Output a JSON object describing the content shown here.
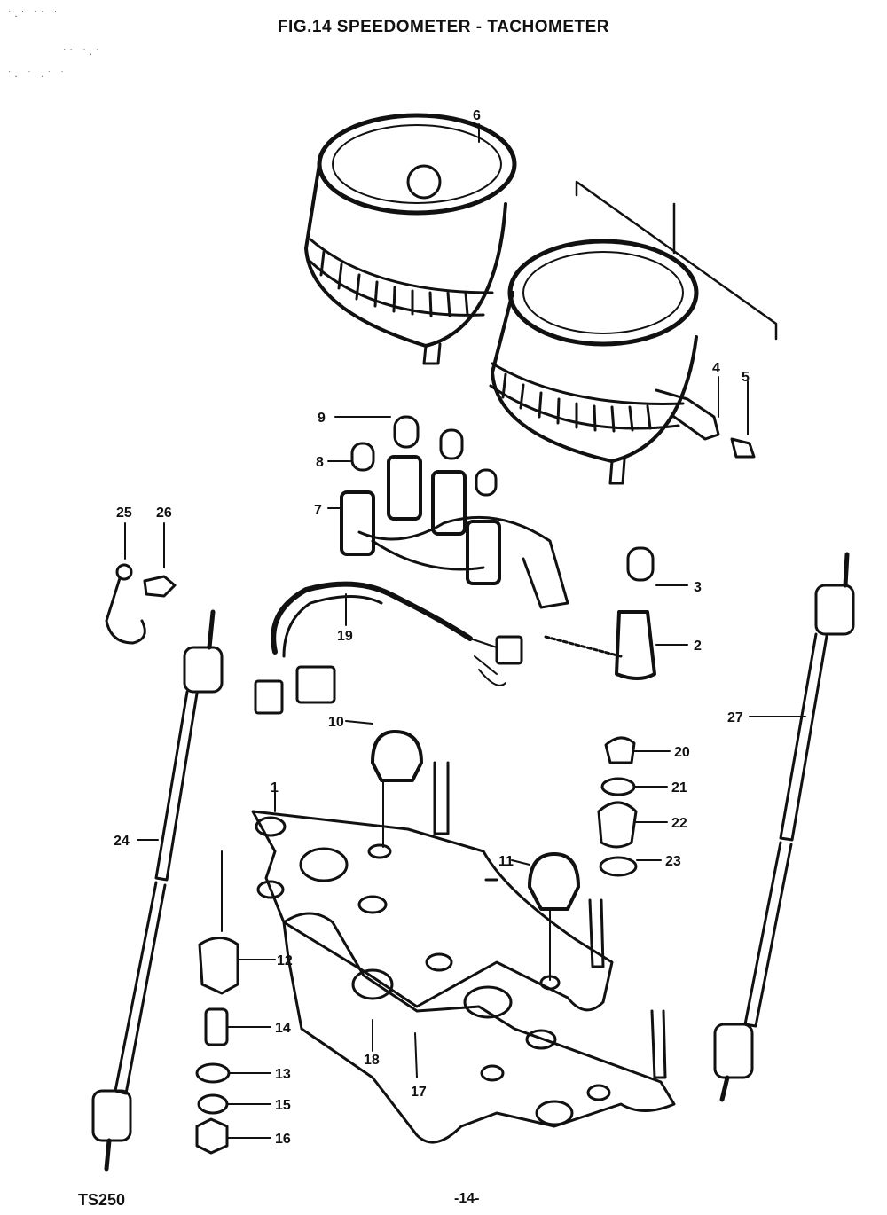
{
  "title": "FIG.14  SPEEDOMETER - TACHOMETER",
  "model": "TS250",
  "page_number": "-14-",
  "corner_noise": [
    "˙.˙ ˙˙ ˙",
    "˙˙ ˙.˙",
    "˙. ˙ .˙ ˙"
  ],
  "callouts": {
    "c1": "1",
    "c2": "2",
    "c3": "3",
    "c4": "4",
    "c5": "5",
    "c6": "6",
    "c7": "7",
    "c8": "8",
    "c9": "9",
    "c10": "10",
    "c11": "11",
    "c12": "12",
    "c13": "13",
    "c14": "14",
    "c15": "15",
    "c16": "16",
    "c17": "17",
    "c18": "18",
    "c19": "19",
    "c20": "20",
    "c21": "21",
    "c22": "22",
    "c23": "23",
    "c24": "24",
    "c25": "25",
    "c26": "26",
    "c27": "27"
  }
}
